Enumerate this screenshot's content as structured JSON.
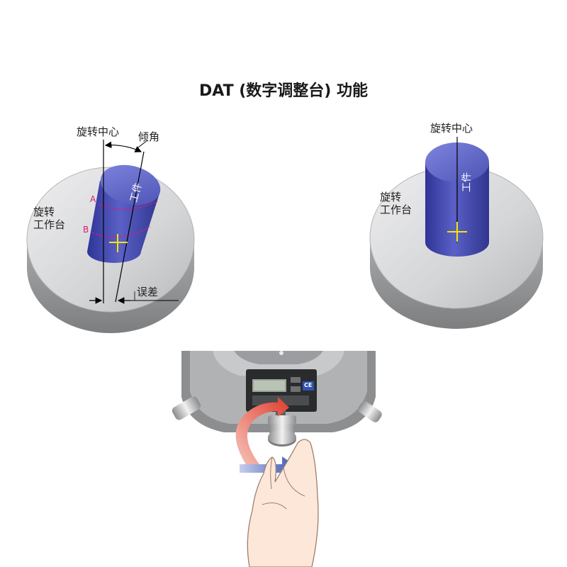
{
  "title": "DAT (数字调整台) 功能",
  "left_diagram": {
    "label_rotation_center": "旋转中心",
    "label_tilt_angle": "倾角",
    "label_table_line1": "旋转",
    "label_table_line2": "工作台",
    "label_workpiece": "工件",
    "label_a": "A",
    "label_b": "B",
    "label_error": "误差"
  },
  "right_diagram": {
    "label_rotation_center": "旋转中心",
    "label_table_line1": "旋转",
    "label_table_line2": "工作台",
    "label_workpiece": "工件"
  },
  "device": {
    "display_tag": "CE"
  },
  "colors": {
    "cylinder_blue": "#4a4fb3",
    "table_gray": "#d6d7d9",
    "marker_pink": "#d81b7a",
    "arrow_red": "#e03a2a",
    "arrow_blue": "#2f4fb0",
    "crosshair_yellow": "#f2e600"
  }
}
